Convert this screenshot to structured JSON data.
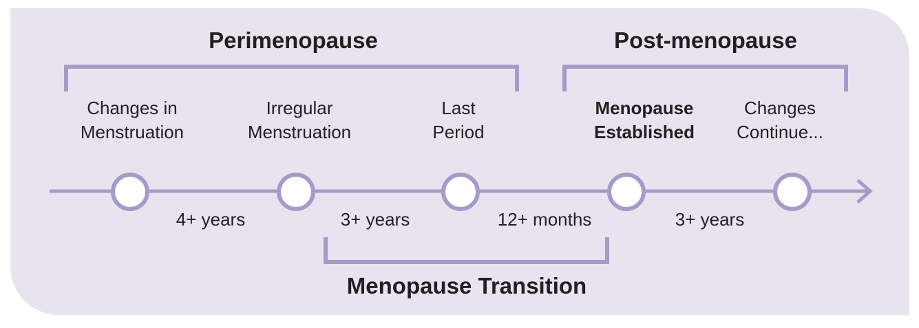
{
  "colors": {
    "panel_bg": "#e8e4ef",
    "accent": "#a79ac8",
    "text": "#231f20",
    "node_fill": "#ffffff"
  },
  "phases": {
    "perimenopause": "Perimenopause",
    "postmenopause": "Post-menopause",
    "transition": "Menopause Transition"
  },
  "stages": [
    {
      "line1": "Changes in",
      "line2": "Menstruation"
    },
    {
      "line1": "Irregular",
      "line2": "Menstruation"
    },
    {
      "line1": "Last",
      "line2": "Period"
    },
    {
      "line1": "Menopause",
      "line2": "Established"
    },
    {
      "line1": "Changes",
      "line2": "Continue..."
    }
  ],
  "intervals": [
    "4+ years",
    "3+ years",
    "12+ months",
    "3+ years"
  ]
}
